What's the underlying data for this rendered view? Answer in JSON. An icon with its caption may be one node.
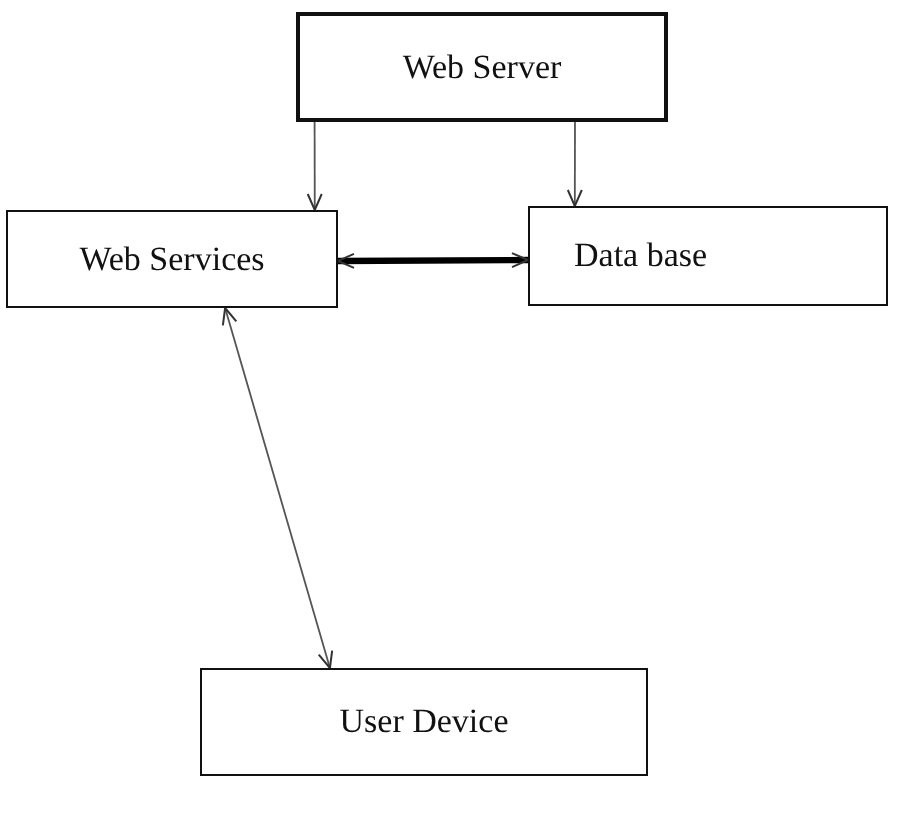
{
  "diagram": {
    "nodes": [
      {
        "text": [
          "Web Server"
        ]
      },
      {
        "text": [
          "Web Services"
        ]
      },
      {
        "text": [
          "Data base"
        ]
      },
      {
        "text": [
          "User Device"
        ]
      }
    ],
    "edges": [
      {
        "from": 0,
        "to": 1,
        "arrow": "to"
      },
      {
        "from": 0,
        "to": 2,
        "arrow": "to"
      },
      {
        "from": 1,
        "to": 2,
        "arrow": "both",
        "style": "thick"
      },
      {
        "from": 1,
        "to": 3,
        "arrow": "both"
      }
    ]
  }
}
